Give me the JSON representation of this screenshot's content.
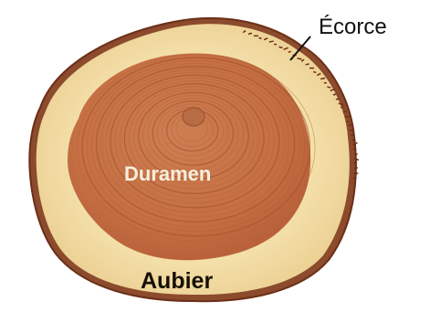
{
  "labels": {
    "ecorce": "Écorce",
    "duramen": "Duramen",
    "aubier": "Aubier"
  },
  "colors": {
    "background": "#ffffff",
    "bark": "#7a3a22",
    "sapwood": "#f3dfa8",
    "heartwood": "#c9774a",
    "ring": "#a0502e",
    "pith": "#b86c44",
    "pointer": "#111111"
  }
}
